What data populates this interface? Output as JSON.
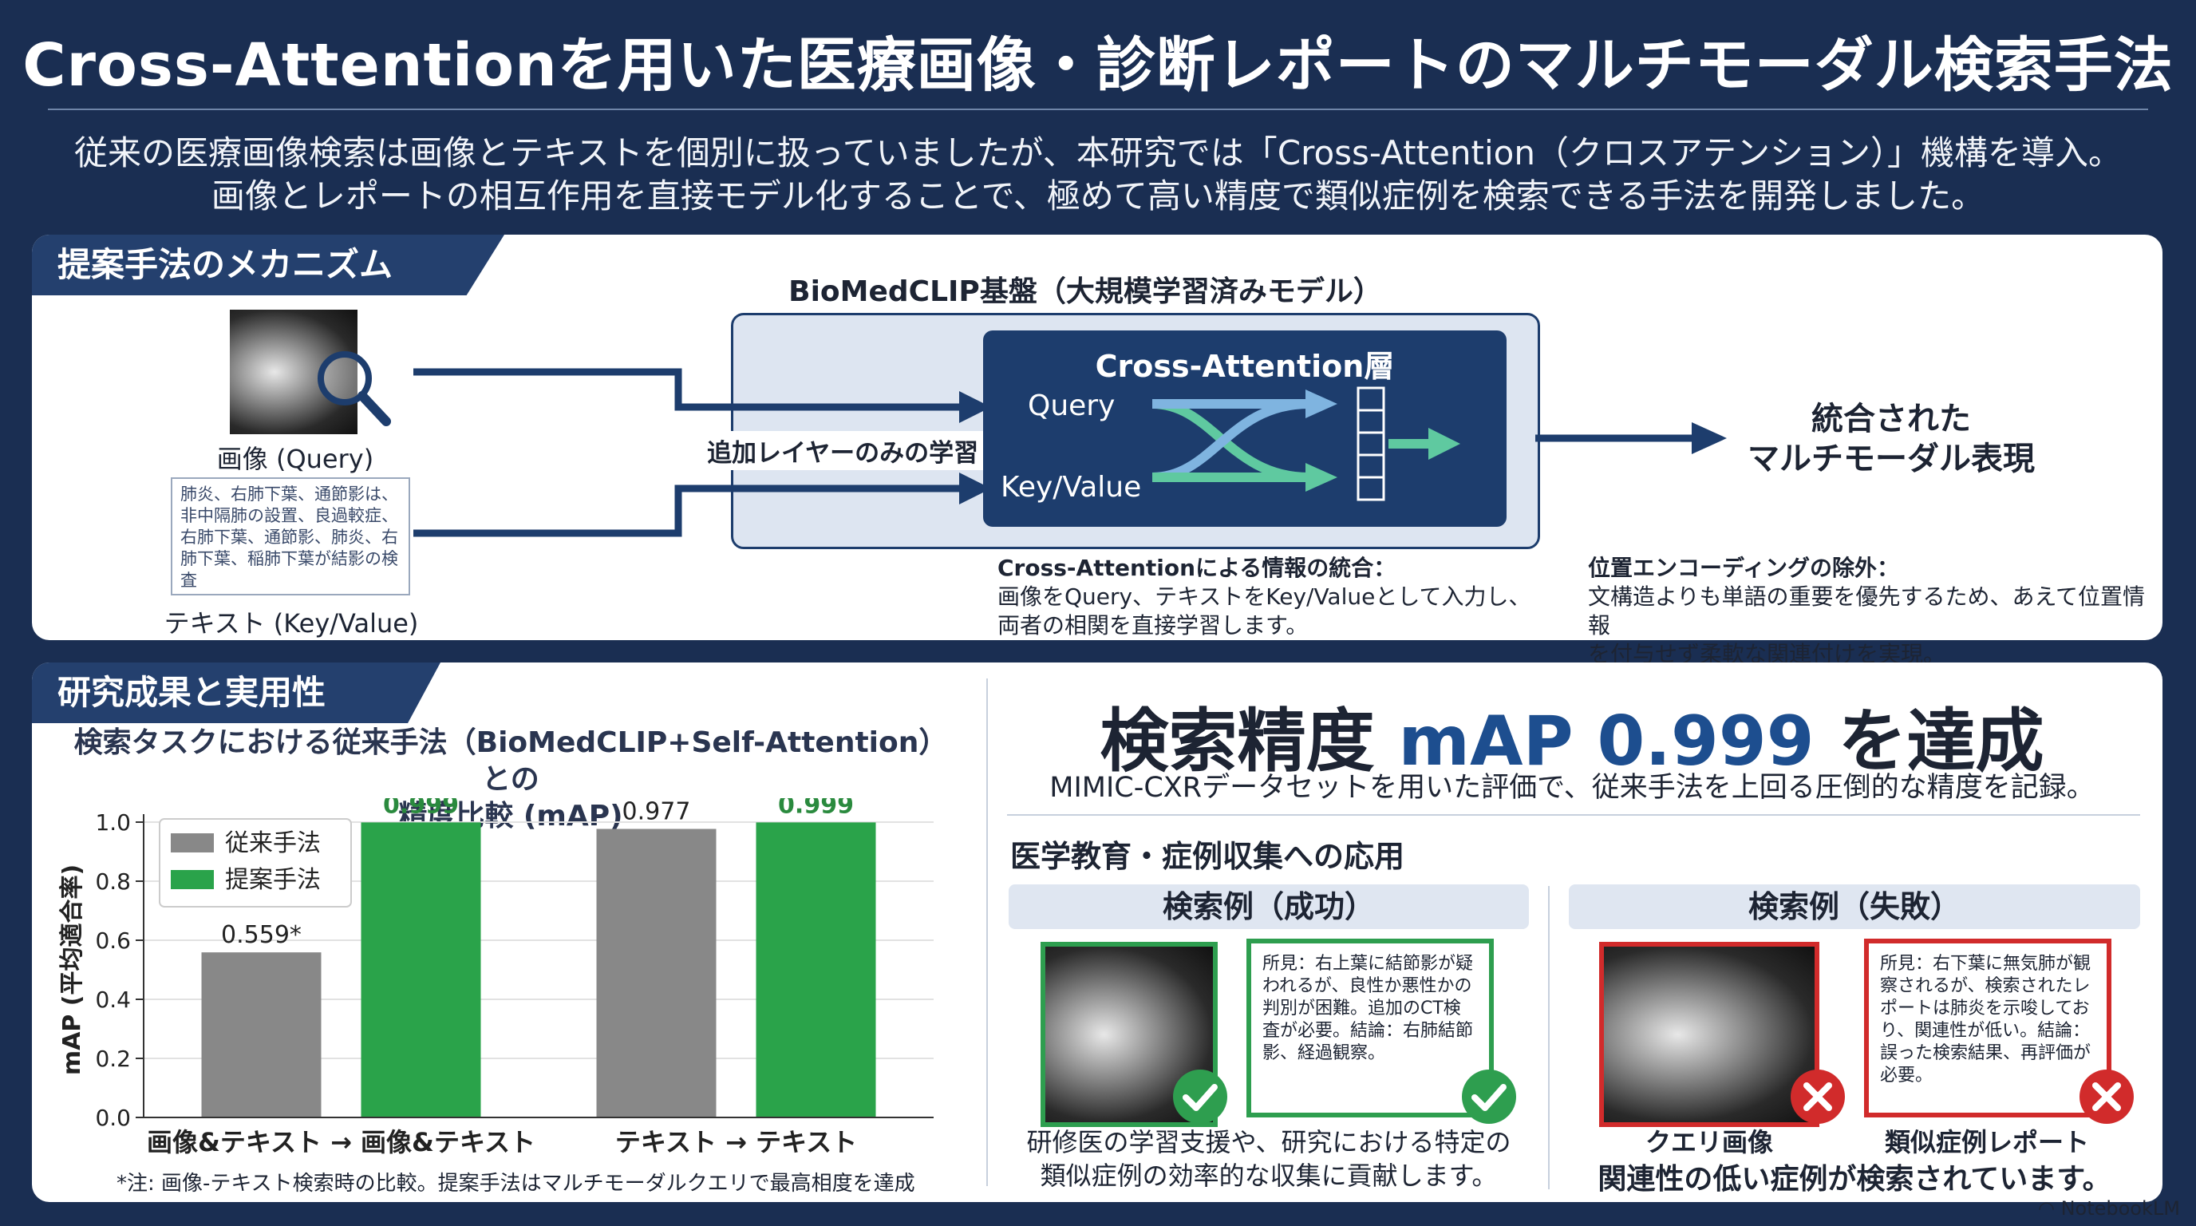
{
  "header": {
    "title": "Cross-Attentionを用いた医療画像・診断レポートのマルチモーダル検索手法",
    "intro_line1": "従来の医療画像検索は画像とテキストを個別に扱っていましたが、本研究では「Cross-Attention（クロスアテンション）」機構を導入。",
    "intro_line2": "画像とレポートの相互作用を直接モデル化することで、極めて高い精度で類似症例を検索できる手法を開発しました。"
  },
  "mechanism": {
    "section_title": "提案手法のメカニズム",
    "image_label": "画像 (Query)",
    "report_text": "肺炎、右肺下葉、通節影は、非中隔肺の設置、良過較症、右肺下葉、通節影、肺炎、右肺下葉、稲肺下葉が結影の検査",
    "text_label": "テキスト (Key/Value)",
    "train_label": "追加レイヤーのみの学習",
    "base_model": "BioMedCLIP基盤（大規模学習済みモデル）",
    "layer_title": "Cross-Attention層",
    "query": "Query",
    "keyvalue": "Key/Value",
    "output_line1": "統合された",
    "output_line2": "マルチモーダル表現",
    "note1_title": "Cross-Attentionによる情報の統合：",
    "note1_line1": "画像をQuery、テキストをKey/Valueとして入力し、",
    "note1_line2": "両者の相関を直接学習します。",
    "note2_title": "位置エンコーディングの除外：",
    "note2_line1": "文構造よりも単語の重要を優先するため、あえて位置情報",
    "note2_line2": "を付与せず柔軟な関連付けを実現。",
    "colors": {
      "navy": "#1d3d6d",
      "arrow_green": "#5fc9a0",
      "arrow_blue": "#7fb4e0"
    }
  },
  "results": {
    "section_title": "研究成果と実用性",
    "chart_title_line1": "検索タスクにおける従来手法（BioMedCLIP+Self-Attention）との",
    "chart_title_line2": "精度比較 (mAP)",
    "footnote": "*注: 画像-テキスト検索時の比較。提案手法はマルチモーダルクエリで最高相度を達成",
    "headline_pre": "検索精度 ",
    "headline_map": "mAP 0.999",
    "headline_post": " を達成",
    "subline": "MIMIC-CXRデータセットを用いた評価で、従来手法を上回る圧倒的な精度を記録。",
    "application_title": "医学教育・症例収集への応用",
    "success_head": "検索例（成功）",
    "success_report": "所見：右上葉に結節影が疑われるが、良性か悪性かの判別が困難。追加のCT検査が必要。結論：右肺結節影、経過観察。",
    "success_caption_line1": "研修医の学習支援や、研究における特定の",
    "success_caption_line2": "類似症例の効率的な収集に貢献します。",
    "fail_head": "検索例（失敗）",
    "fail_report": "所見：右下葉に無気肺が観察されるが、検索されたレポートは肺炎を示唆しており、関連性が低い。結論：誤った検索結果、再評価が必要。",
    "query_image_label": "クエリ画像",
    "similar_report_label": "類似症例レポート",
    "fail_caption": "関連性の低い症例が検索されています。",
    "brand": "NotebookLM",
    "colors": {
      "success": "#2e9e4f",
      "fail": "#d12b2b",
      "headline_blue": "#1d4e8f"
    }
  },
  "chart_data": {
    "type": "bar",
    "categories": [
      "画像&テキスト → 画像&テキスト",
      "テキスト → テキスト"
    ],
    "series": [
      {
        "name": "従来手法",
        "values": [
          0.559,
          0.977
        ],
        "labels": [
          "0.559*",
          "0.977"
        ],
        "color": "#888888"
      },
      {
        "name": "提案手法",
        "values": [
          0.999,
          0.999
        ],
        "labels": [
          "0.999",
          "0.999"
        ],
        "color": "#2aa34a"
      }
    ],
    "ylabel": "mAP (平均適合率)",
    "ylim": [
      0,
      1.0
    ],
    "yticks": [
      "0.0",
      "0.2",
      "0.4",
      "0.6",
      "0.8",
      "1.0"
    ],
    "grid": true,
    "legend": "top-left"
  }
}
